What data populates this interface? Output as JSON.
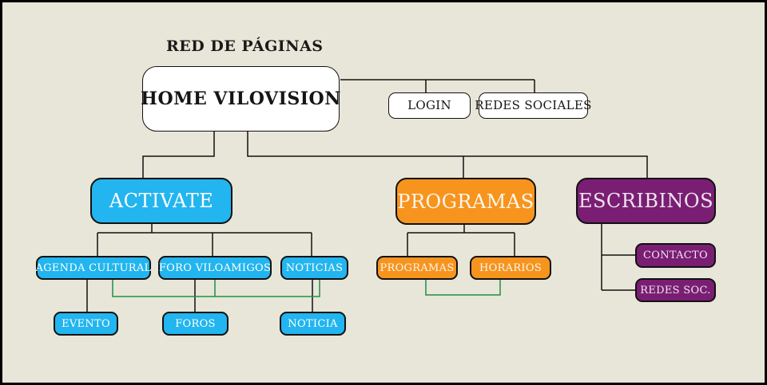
{
  "title": "RED DE PÁGINAS",
  "colors": {
    "background": "#e8e6d8",
    "cyan": "#22b5ef",
    "orange": "#f7941e",
    "purple": "#7a1e73",
    "green-line": "#1f8f43",
    "line": "#111111"
  },
  "nodes": {
    "home": "HOME VILOVISION",
    "login": "LOGIN",
    "redes_sociales": "REDES SOCIALES",
    "activate": "ACTIVATE",
    "programas_main": "PROGRAMAS",
    "escribinos": "ESCRIBINOS",
    "agenda_cultural": "AGENDA CULTURAL",
    "foro_viloamigos": "FORO VILOAMIGOS",
    "noticias": "NOTICIAS",
    "evento": "EVENTO",
    "foros": "FOROS",
    "noticia": "NOTICIA",
    "programas_sub": "PROGRAMAS",
    "horarios": "HORARIOS",
    "contacto": "CONTACTO",
    "redes_soc": "REDES SOC."
  }
}
